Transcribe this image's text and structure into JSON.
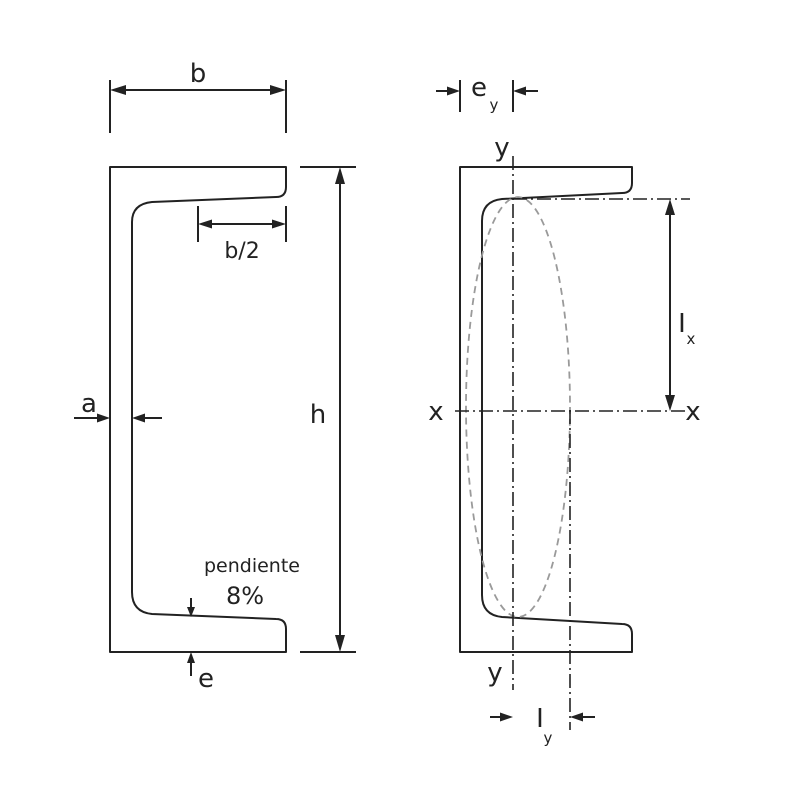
{
  "left_profile": {
    "labels": {
      "b": "b",
      "b_half": "b/2",
      "h": "h",
      "a": "a",
      "e": "e",
      "slope_word": "pendiente",
      "slope_value": "8%"
    }
  },
  "right_profile": {
    "labels": {
      "e_y_main": "e",
      "e_y_sub": "y",
      "axis_y_top": "y",
      "axis_y_bottom": "y",
      "axis_x_left": "x",
      "axis_x_right": "x",
      "i_x_main": "I",
      "i_x_sub": "x",
      "i_y_main": "I",
      "i_y_sub": "y"
    }
  },
  "colors": {
    "stroke": "#222222",
    "ellipse": "#9a9a9a",
    "background": "#ffffff"
  }
}
